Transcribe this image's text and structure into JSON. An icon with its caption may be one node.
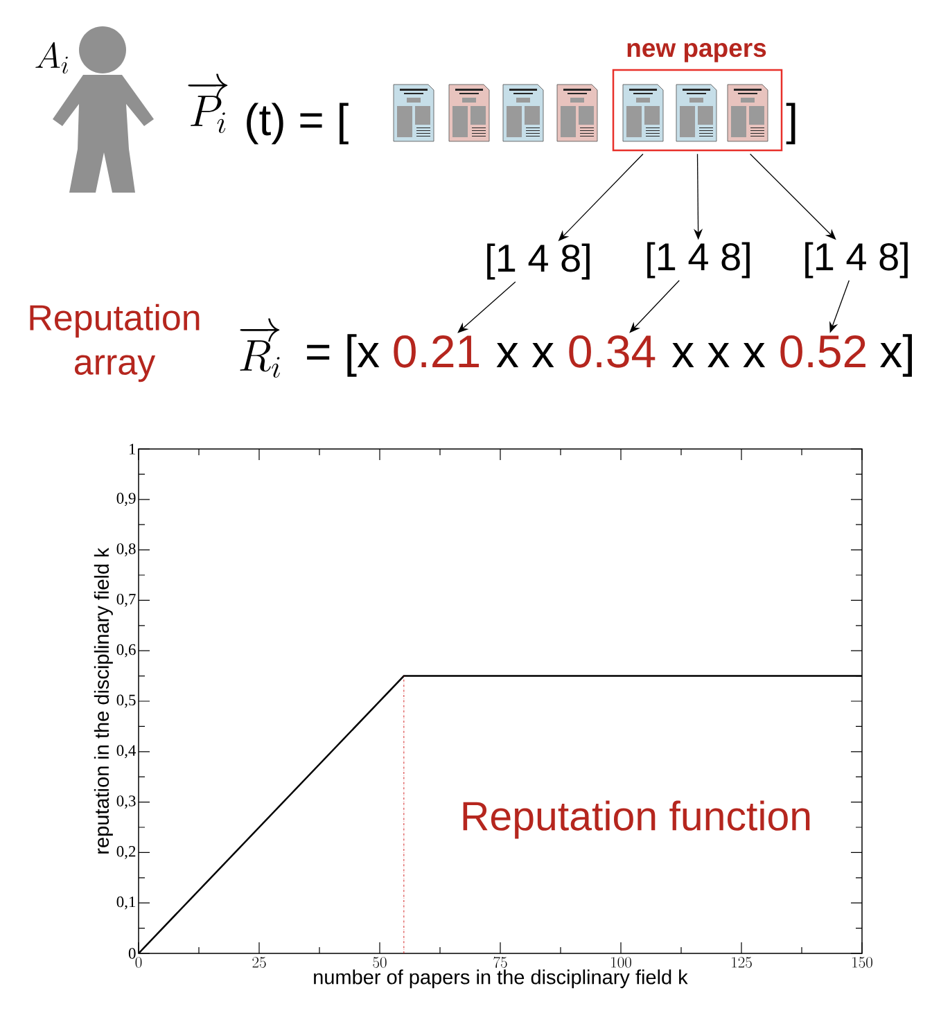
{
  "diagram": {
    "nodes": [
      {
        "text": [
          "new papers"
        ]
      },
      {
        "text": [
          "[1 4 8]"
        ]
      },
      {
        "text": [
          "[1 4 8]"
        ]
      },
      {
        "text": [
          "[1 4 8]"
        ]
      },
      {
        "text": [
          "0.21"
        ]
      },
      {
        "text": [
          "0.34"
        ]
      },
      {
        "text": [
          "0.52"
        ]
      }
    ],
    "edges": [
      {
        "from": 0,
        "to": 1,
        "arrow": "to"
      },
      {
        "from": 0,
        "to": 2,
        "arrow": "to"
      },
      {
        "from": 0,
        "to": 3,
        "arrow": "to"
      },
      {
        "from": 1,
        "to": 4,
        "arrow": "to"
      },
      {
        "from": 2,
        "to": 5,
        "arrow": "to"
      },
      {
        "from": 3,
        "to": 6,
        "arrow": "to"
      }
    ],
    "labels": [
      "A_i",
      "\\overrightarrow{P_i}",
      "(t) = [",
      "]",
      "Reputation array",
      "\\overrightarrow{R_i}",
      "= [x",
      "x x",
      "x x x",
      "x]",
      "Reputation function"
    ],
    "chart_data": {
      "type": "line",
      "xlabel": "number of papers in the disciplinary field k",
      "ylabel": "reputation in the disciplinary field k",
      "x": [
        0,
        55,
        150
      ],
      "series": [
        {
          "color": "#000000",
          "values": [
            0,
            0.55,
            0.55
          ]
        }
      ],
      "xlim": [
        0,
        150
      ],
      "ylim": [
        0,
        1
      ],
      "xticks": [
        0,
        25,
        50,
        75,
        100,
        125,
        150
      ],
      "yticks": [
        {
          "value": 0,
          "label": "0"
        },
        {
          "value": 0.1,
          "label": "0,1"
        },
        {
          "value": 0.2,
          "label": "0,2"
        },
        {
          "value": 0.3,
          "label": "0,3"
        },
        {
          "value": 0.4,
          "label": "0,4"
        },
        {
          "value": 0.5,
          "label": "0,5"
        },
        {
          "value": 0.6,
          "label": "0,6"
        },
        {
          "value": 0.7,
          "label": "0,7"
        },
        {
          "value": 0.8,
          "label": "0,8"
        },
        {
          "value": 0.9,
          "label": "0,9"
        },
        {
          "value": 1,
          "label": "1"
        }
      ]
    }
  }
}
